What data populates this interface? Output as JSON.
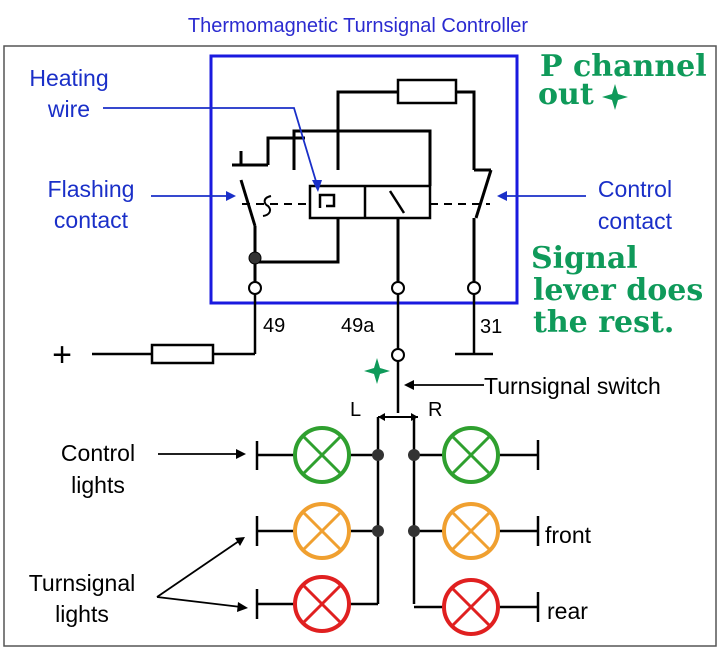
{
  "title": "Thermomagnetic Turnsignal Controller",
  "annotations": {
    "p_channel_line1": "P channel",
    "p_channel_line2": "out",
    "signal_line1": "Signal",
    "signal_line2": "lever does",
    "signal_line3": "the rest."
  },
  "labels": {
    "heating_wire_line1": "Heating",
    "heating_wire_line2": "wire",
    "flashing_contact_line1": "Flashing",
    "flashing_contact_line2": "contact",
    "control_contact_line1": "Control",
    "control_contact_line2": "contact",
    "turnsignal_switch": "Turnsignal switch",
    "control_lights_line1": "Control",
    "control_lights_line2": "lights",
    "turnsignal_lights_line1": "Turnsignal",
    "turnsignal_lights_line2": "lights",
    "front": "front",
    "rear": "rear"
  },
  "terminals": {
    "t49": "49",
    "t49a": "49a",
    "t31": "31",
    "plus": "+"
  },
  "switch_positions": {
    "left": "L",
    "right": "R"
  },
  "colors": {
    "title_blue": "#2b2bd0",
    "box_blue": "#1a1adf",
    "label_blue": "#1a2fc8",
    "note_green": "#0f9a5a",
    "lamp_green": "#2fa02f",
    "lamp_orange": "#f0a030",
    "lamp_red": "#e02020",
    "wire": "#000000"
  }
}
